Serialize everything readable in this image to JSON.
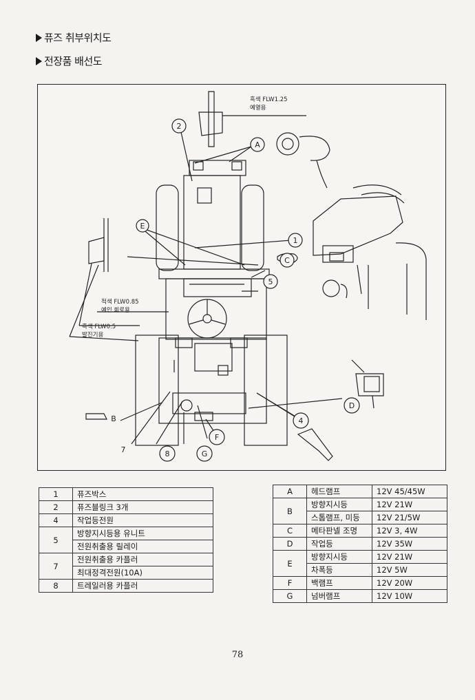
{
  "headings": {
    "fuse_location": "퓨즈 취부위치도",
    "wiring": "전장품 배선도"
  },
  "callouts": {
    "c2": "2",
    "cA": "A",
    "cE": "E",
    "c1": "1",
    "cC": "C",
    "c5": "5",
    "cD": "D",
    "c4": "4",
    "cB": "B",
    "c7": "7",
    "c8": "8",
    "cG": "G",
    "cF": "F"
  },
  "wire_notes": {
    "heat": {
      "line1": "흑색 FLW1.25",
      "line2": "예열용"
    },
    "red": {
      "line1": "적색 FLW0.85",
      "line2": "예인 회로용"
    },
    "black_start": {
      "line1": "흑색 FLW0.5",
      "line2": "발진기용"
    }
  },
  "fuse_table": [
    {
      "no": "1",
      "desc": [
        "퓨즈박스"
      ]
    },
    {
      "no": "2",
      "desc": [
        "퓨즈블링크 3개"
      ]
    },
    {
      "no": "4",
      "desc": [
        "작업등전원"
      ]
    },
    {
      "no": "5",
      "desc": [
        "방향지시등용 유니트",
        "전원취출용 릴레이"
      ]
    },
    {
      "no": "7",
      "desc": [
        "전원취출용 카플러",
        "최대정격전원(10A)"
      ]
    },
    {
      "no": "8",
      "desc": [
        "트레일러용 카플러"
      ]
    }
  ],
  "lamp_table": [
    {
      "key": "A",
      "rows": [
        {
          "name": "헤드램프",
          "spec": "12V 45/45W"
        }
      ]
    },
    {
      "key": "B",
      "rows": [
        {
          "name": "방향지시등",
          "spec": "12V 21W"
        },
        {
          "name": "스톱램프, 미등",
          "spec": "12V 21/5W"
        }
      ]
    },
    {
      "key": "C",
      "rows": [
        {
          "name": "메타판넬 조명",
          "spec": "12V 3, 4W"
        }
      ]
    },
    {
      "key": "D",
      "rows": [
        {
          "name": "작업등",
          "spec": "12V 35W"
        }
      ]
    },
    {
      "key": "E",
      "rows": [
        {
          "name": "방향지시등",
          "spec": "12V 21W"
        },
        {
          "name": "차폭등",
          "spec": "12V 5W"
        }
      ]
    },
    {
      "key": "F",
      "rows": [
        {
          "name": "백램프",
          "spec": "12V 20W"
        }
      ]
    },
    {
      "key": "G",
      "rows": [
        {
          "name": "넘버램프",
          "spec": "12V 10W"
        }
      ]
    }
  ],
  "page_number": "78"
}
